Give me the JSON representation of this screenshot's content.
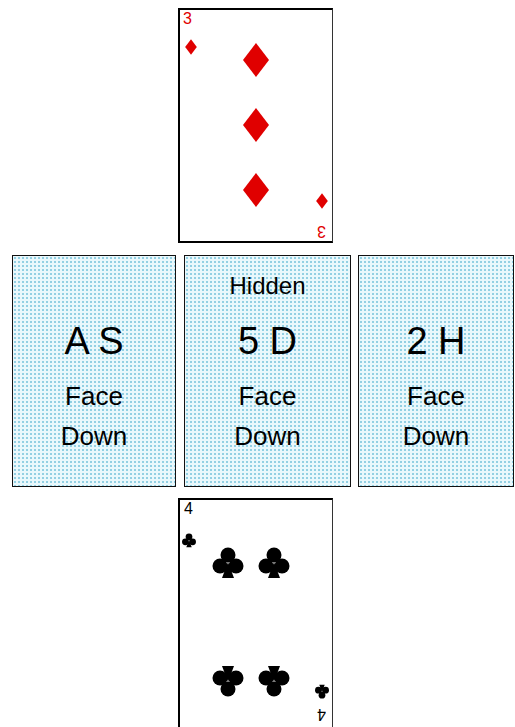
{
  "diagram": {
    "nodes": [
      {
        "text": [
          "3",
          "3"
        ]
      },
      {
        "text": [
          "A S",
          "Face Down"
        ]
      },
      {
        "text": [
          "Hidden",
          "5 D",
          "Face Down"
        ]
      },
      {
        "text": [
          "2 H",
          "Face Down"
        ]
      },
      {
        "text": [
          "4",
          "4"
        ]
      }
    ]
  }
}
